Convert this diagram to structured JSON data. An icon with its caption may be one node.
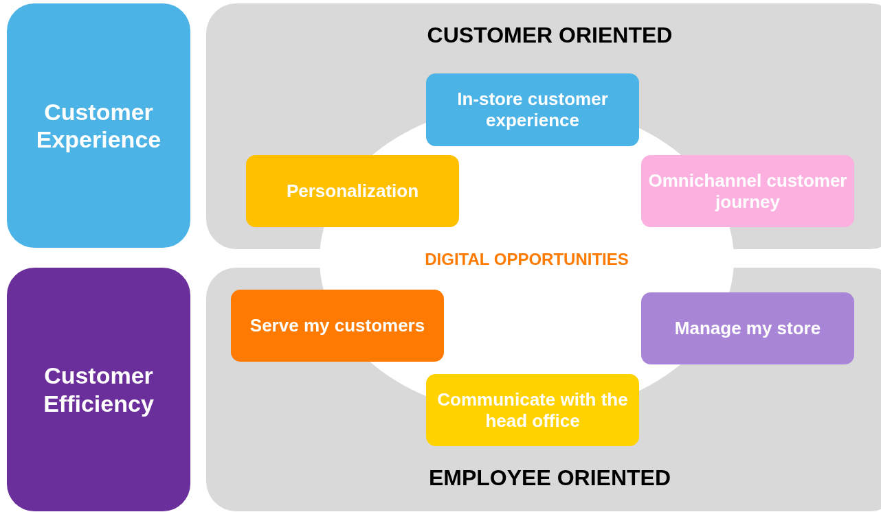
{
  "diagram": {
    "nodes": [
      {
        "text": [
          "Customer Experience"
        ]
      },
      {
        "text": [
          "Customer Efficiency"
        ]
      },
      {
        "text": [
          "CUSTOMER ORIENTED"
        ]
      },
      {
        "text": [
          "In-store customer experience"
        ],
        "in": 2
      },
      {
        "text": [
          "Personalization"
        ],
        "in": 2
      },
      {
        "text": [
          "Omnichannel customer journey"
        ],
        "in": 2
      },
      {
        "text": [
          "DIGITAL OPPORTUNITIES"
        ]
      },
      {
        "text": [
          "EMPLOYEE ORIENTED"
        ]
      },
      {
        "text": [
          "Serve my customers"
        ],
        "in": 7
      },
      {
        "text": [
          "Manage my store"
        ],
        "in": 7
      },
      {
        "text": [
          "Communicate with the head office"
        ],
        "in": 7
      }
    ]
  }
}
